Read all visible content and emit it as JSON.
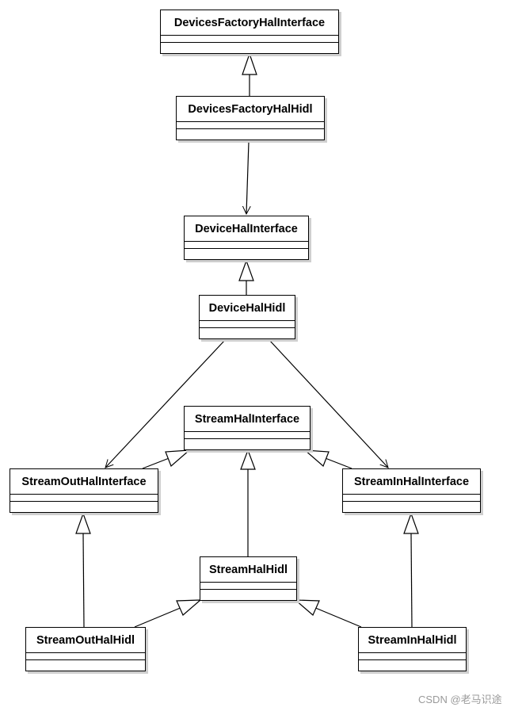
{
  "diagram": {
    "classes": {
      "devices_factory_hal_interface": "DevicesFactoryHalInterface",
      "devices_factory_hal_hidl": "DevicesFactoryHalHidl",
      "device_hal_interface": "DeviceHalInterface",
      "device_hal_hidl": "DeviceHalHidl",
      "stream_hal_interface": "StreamHalInterface",
      "stream_out_hal_interface": "StreamOutHalInterface",
      "stream_in_hal_interface": "StreamInHalInterface",
      "stream_hal_hidl": "StreamHalHidl",
      "stream_out_hal_hidl": "StreamOutHalHidl",
      "stream_in_hal_hidl": "StreamInHalHidl"
    },
    "relations": [
      {
        "from": "DevicesFactoryHalHidl",
        "to": "DevicesFactoryHalInterface",
        "type": "inheritance"
      },
      {
        "from": "DevicesFactoryHalHidl",
        "to": "DeviceHalInterface",
        "type": "association"
      },
      {
        "from": "DeviceHalHidl",
        "to": "DeviceHalInterface",
        "type": "inheritance"
      },
      {
        "from": "DeviceHalHidl",
        "to": "StreamOutHalInterface",
        "type": "association"
      },
      {
        "from": "DeviceHalHidl",
        "to": "StreamInHalInterface",
        "type": "association"
      },
      {
        "from": "StreamOutHalInterface",
        "to": "StreamHalInterface",
        "type": "inheritance"
      },
      {
        "from": "StreamInHalInterface",
        "to": "StreamHalInterface",
        "type": "inheritance"
      },
      {
        "from": "StreamHalHidl",
        "to": "StreamHalInterface",
        "type": "inheritance"
      },
      {
        "from": "StreamOutHalHidl",
        "to": "StreamOutHalInterface",
        "type": "inheritance"
      },
      {
        "from": "StreamOutHalHidl",
        "to": "StreamHalHidl",
        "type": "inheritance"
      },
      {
        "from": "StreamInHalHidl",
        "to": "StreamInHalInterface",
        "type": "inheritance"
      },
      {
        "from": "StreamInHalHidl",
        "to": "StreamHalHidl",
        "type": "inheritance"
      }
    ]
  },
  "watermark": "CSDN @老马识途"
}
